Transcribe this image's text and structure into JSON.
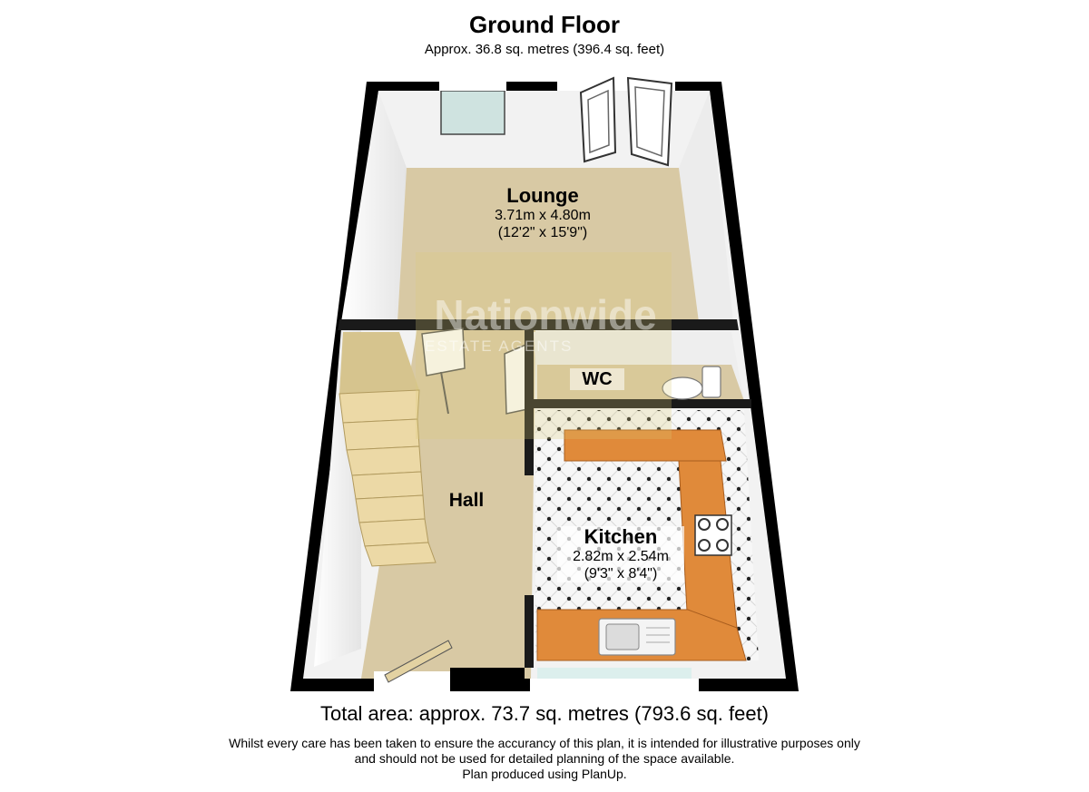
{
  "header": {
    "title": "Ground Floor",
    "subtitle": "Approx. 36.8 sq. metres (396.4 sq. feet)"
  },
  "rooms": {
    "lounge": {
      "name": "Lounge",
      "dims_metric": "3.71m x 4.80m",
      "dims_imperial": "(12'2\" x 15'9\")"
    },
    "wc": {
      "name": "WC"
    },
    "hall": {
      "name": "Hall"
    },
    "kitchen": {
      "name": "Kitchen",
      "dims_metric": "2.82m x 2.54m",
      "dims_imperial": "(9'3\" x 8'4\")"
    }
  },
  "watermark": {
    "line1": "Nationwide",
    "line2": "ESTATE AGENTS"
  },
  "footer": {
    "total_area": "Total area: approx. 73.7 sq. metres (793.6 sq. feet)",
    "disclaimer_line1": "Whilst every care has been taken to ensure the accurancy of this plan, it is intended for illustrative purposes only",
    "disclaimer_line2": "and should not be used for detailed planning of the space available.",
    "disclaimer_line3": "Plan produced using PlanUp."
  },
  "colors": {
    "wall": "#000000",
    "wall_inner": "#f4f4f4",
    "carpet": "#d8c9a4",
    "kitchen_worktop": "#e08a3a",
    "floor_tile": "#f5f5f5",
    "watermark": "#c8b85a"
  }
}
